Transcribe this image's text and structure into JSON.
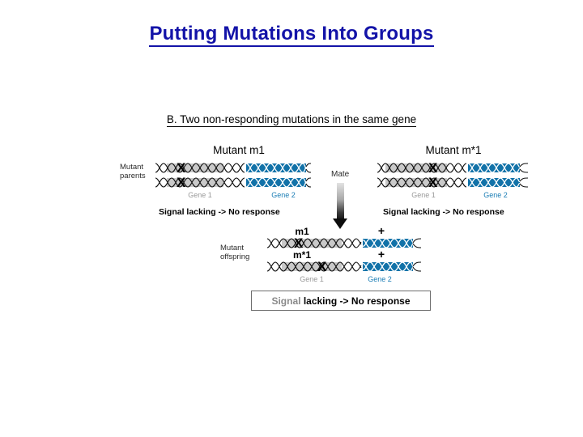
{
  "slide": {
    "title": "Putting Mutations Into Groups",
    "subtitle": "B. Two non-responding mutations in the same gene",
    "title_color": "#1313a8",
    "gene1_color": "#9a9a9a",
    "gene2_color": "#1a7db5",
    "gene1_band_color": "#c9c9c9",
    "gene2_band_color": "#1272a8"
  },
  "parents": {
    "row_label_line1": "Mutant",
    "row_label_line2": "parents",
    "left": {
      "heading": "Mutant m1",
      "gene1_caption": "Gene 1",
      "gene2_caption": "Gene 2",
      "result": "Signal lacking -> No response",
      "mutation_marker": "X"
    },
    "right": {
      "heading": "Mutant m*1",
      "gene1_caption": "Gene 1",
      "gene2_caption": "Gene 2",
      "result": "Signal lacking -> No response",
      "mutation_marker": "X"
    }
  },
  "mate": {
    "label": "Mate"
  },
  "offspring": {
    "row_label_line1": "Mutant",
    "row_label_line2": "offspring",
    "gene1_caption": "Gene 1",
    "gene2_caption": "Gene 2",
    "alleles": [
      {
        "gene1": "m1",
        "gene2": "+"
      },
      {
        "gene1": "m*1",
        "gene2": "+"
      }
    ],
    "mutation_marker": "X"
  },
  "conclusion": {
    "word_grey": "Signal",
    "word_black": "lacking -> No response"
  }
}
